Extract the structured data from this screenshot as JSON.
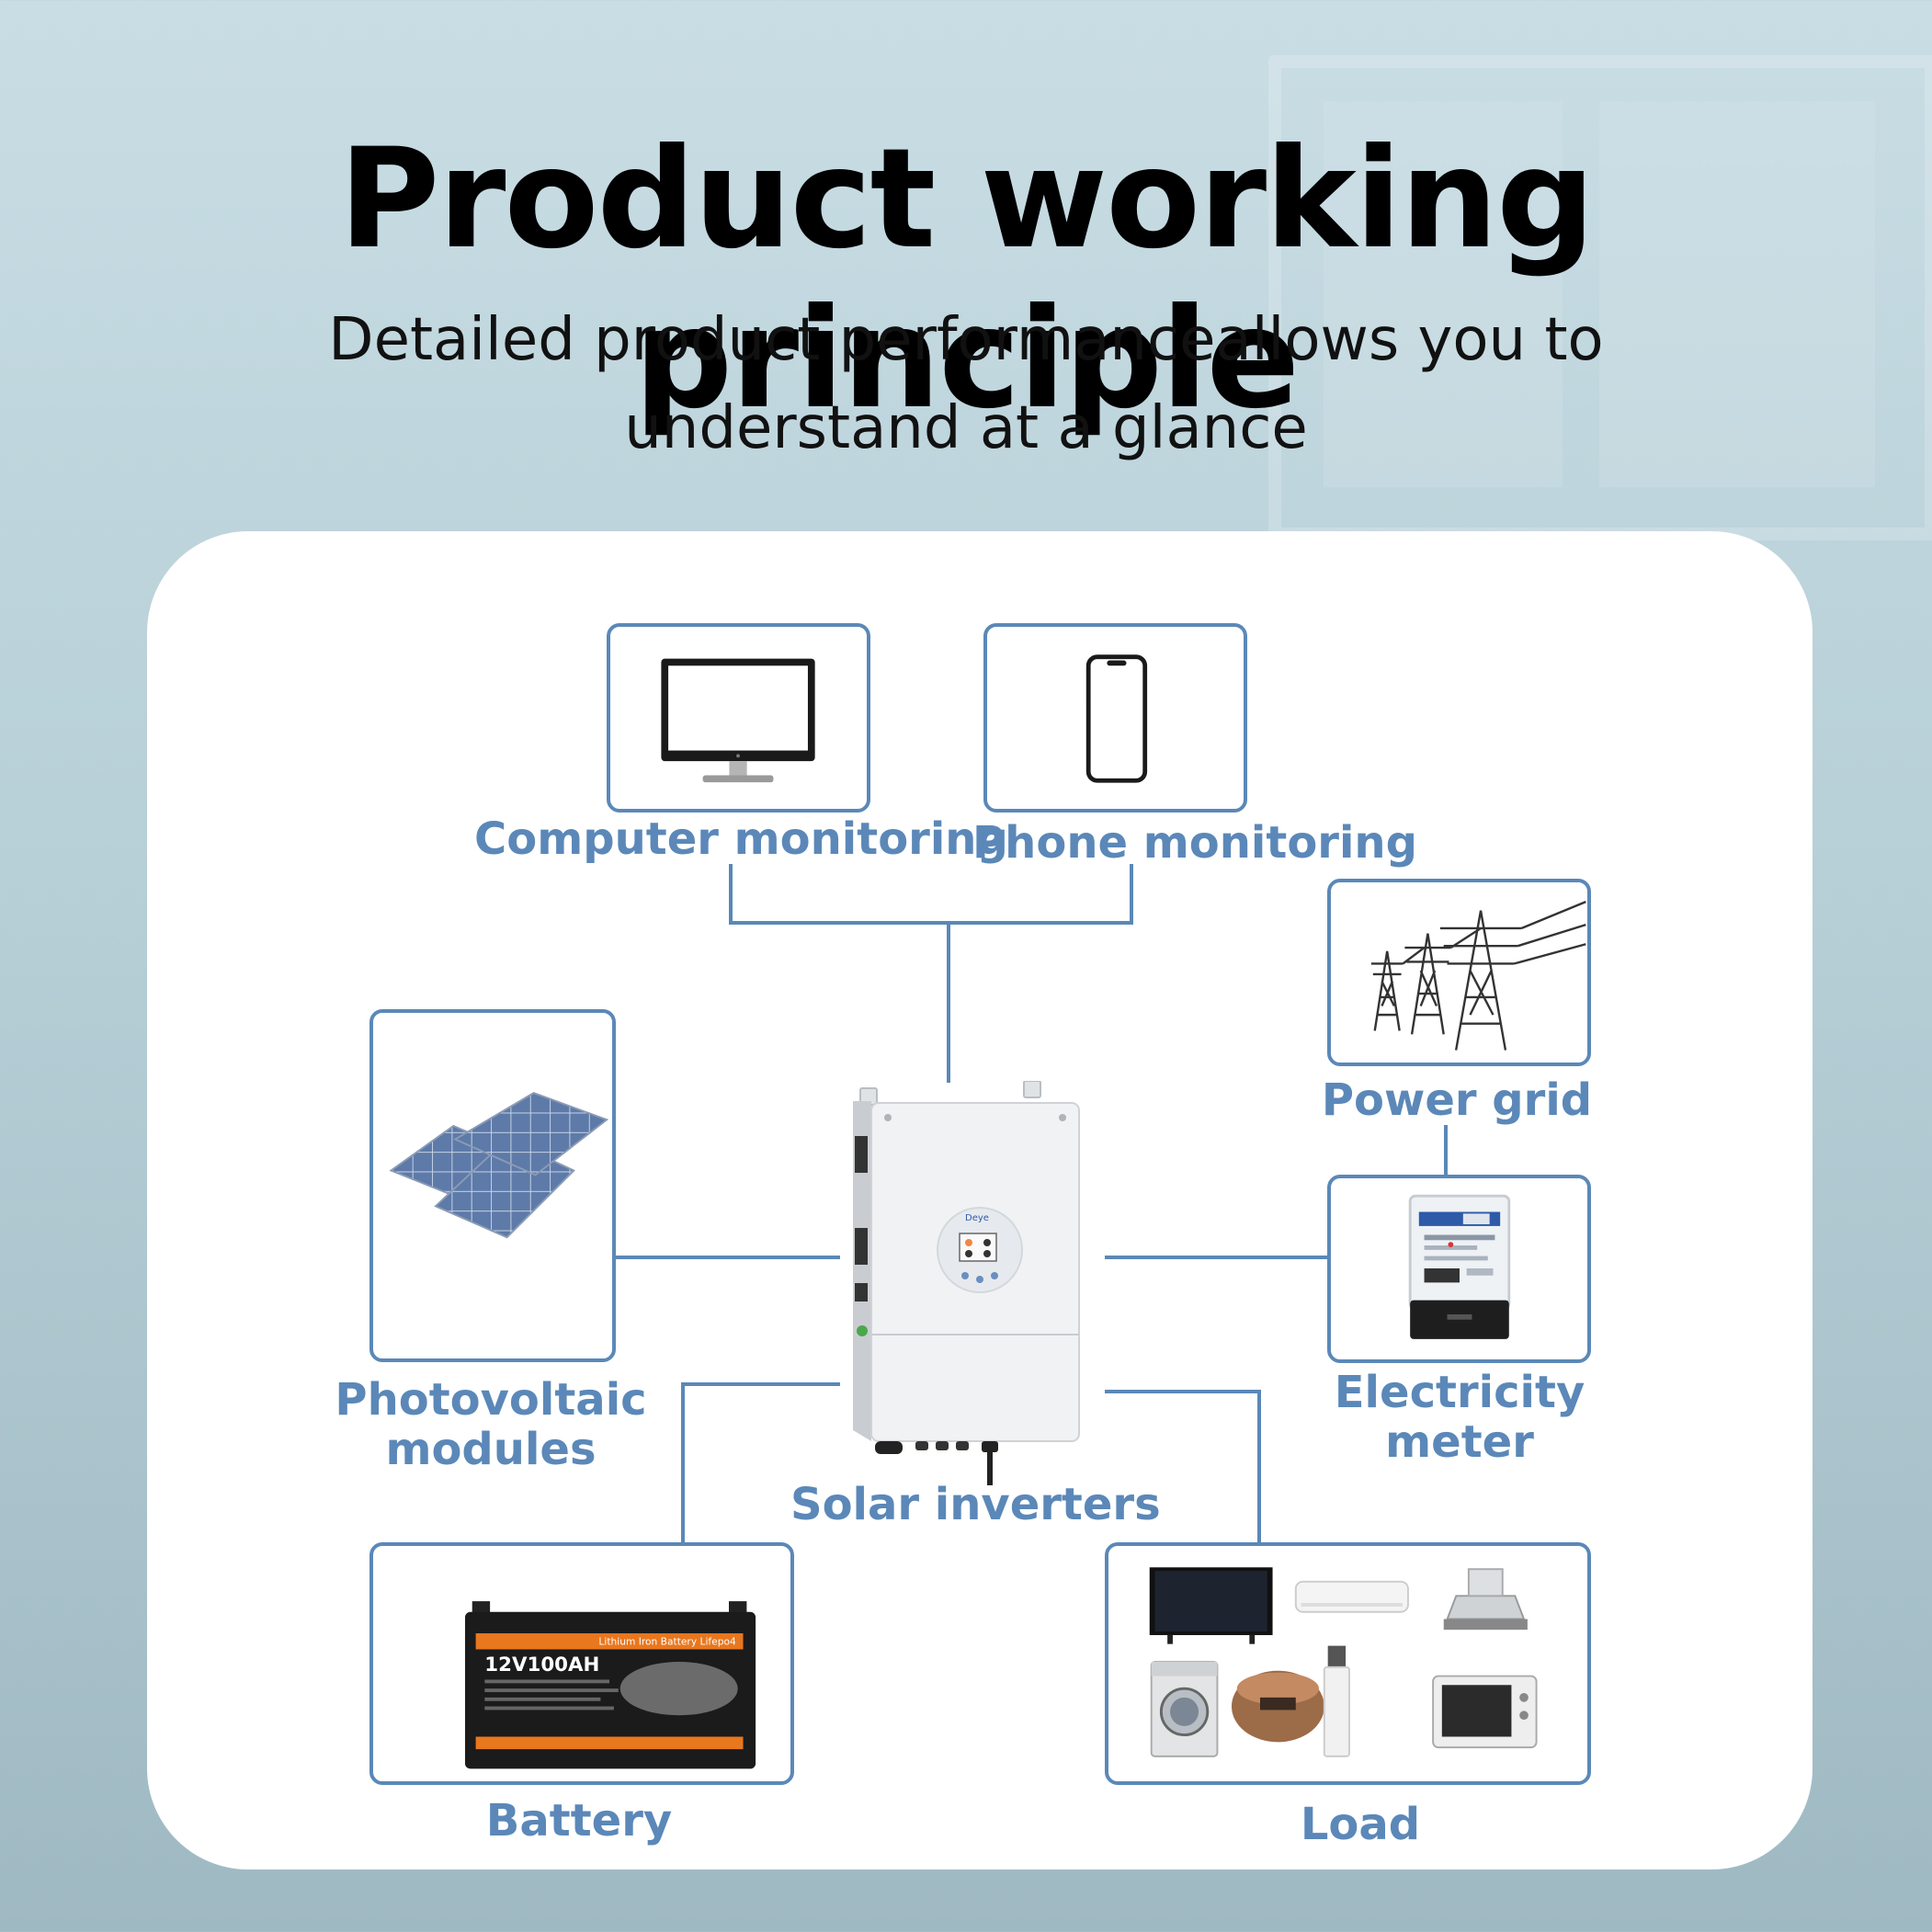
{
  "header": {
    "title": "Product working principle",
    "subtitle_line1": "Detailed product performanceallows you to",
    "subtitle_line2": "understand at a glance"
  },
  "nodes": {
    "computer": {
      "label": "Computer monitoring",
      "icon": "monitor-icon"
    },
    "phone": {
      "label": "Phone monitoring",
      "icon": "smartphone-icon"
    },
    "power_grid": {
      "label": "Power grid",
      "icon": "transmission-tower-icon"
    },
    "pv": {
      "label_line1": "Photovoltaic",
      "label_line2": "modules",
      "icon": "solar-panel-icon"
    },
    "meter": {
      "label_line1": "Electricity",
      "label_line2": "meter",
      "icon": "electricity-meter-icon"
    },
    "inverter": {
      "label": "Solar inverters",
      "icon": "inverter-icon",
      "brand": "Deye"
    },
    "battery": {
      "label": "Battery",
      "icon": "battery-icon",
      "battery_text": "12V100AH",
      "battery_strip": "Lithium Iron Battery Lifepo4"
    },
    "load": {
      "label": "Load",
      "icon": "appliances-icon"
    }
  },
  "colors": {
    "accent": "#5b88b8",
    "title": "#000000",
    "card": "#ffffff",
    "battery_orange": "#e8771e"
  }
}
